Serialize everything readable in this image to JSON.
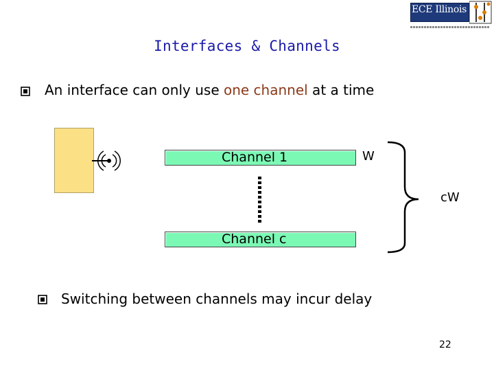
{
  "logo": {
    "text": "ECE Illinois"
  },
  "slide": {
    "title": "Interfaces & Channels",
    "bullet1": {
      "before": "An interface can only use ",
      "highlight": "one channel",
      "after": " at a time"
    },
    "channel1": "Channel 1",
    "channelc": "Channel c",
    "w_label": "W",
    "cw_label": "cW",
    "bullet2": "Switching between channels may incur delay",
    "page_number": "22"
  },
  "colors": {
    "title": "#1a1aa8",
    "highlight": "#8b3a1a",
    "channel_fill": "#7cf8b5",
    "device_fill": "#fbe086",
    "logo_bg": "#1f3a7a"
  },
  "icons": [
    "bullet-square-icon",
    "antenna-signal-icon",
    "brace-icon"
  ]
}
